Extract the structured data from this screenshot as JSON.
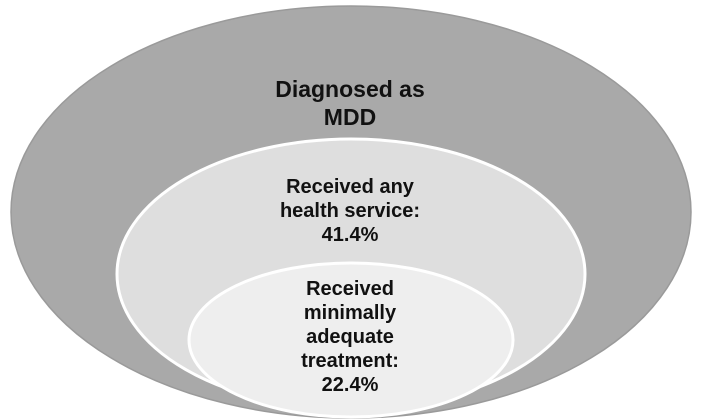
{
  "diagram": {
    "outer": {
      "label": "Diagnosed as\nMDD",
      "fill": "#a9a9a9",
      "stroke": "#9a9a9a"
    },
    "middle": {
      "label": "Received any\nhealth service:\n41.4%",
      "fill": "#dedede",
      "stroke": "#ffffff"
    },
    "inner": {
      "label": "Received\nminimally\nadequate\ntreatment:\n22.4%",
      "fill": "#eeeeee",
      "stroke": "#ffffff"
    }
  }
}
